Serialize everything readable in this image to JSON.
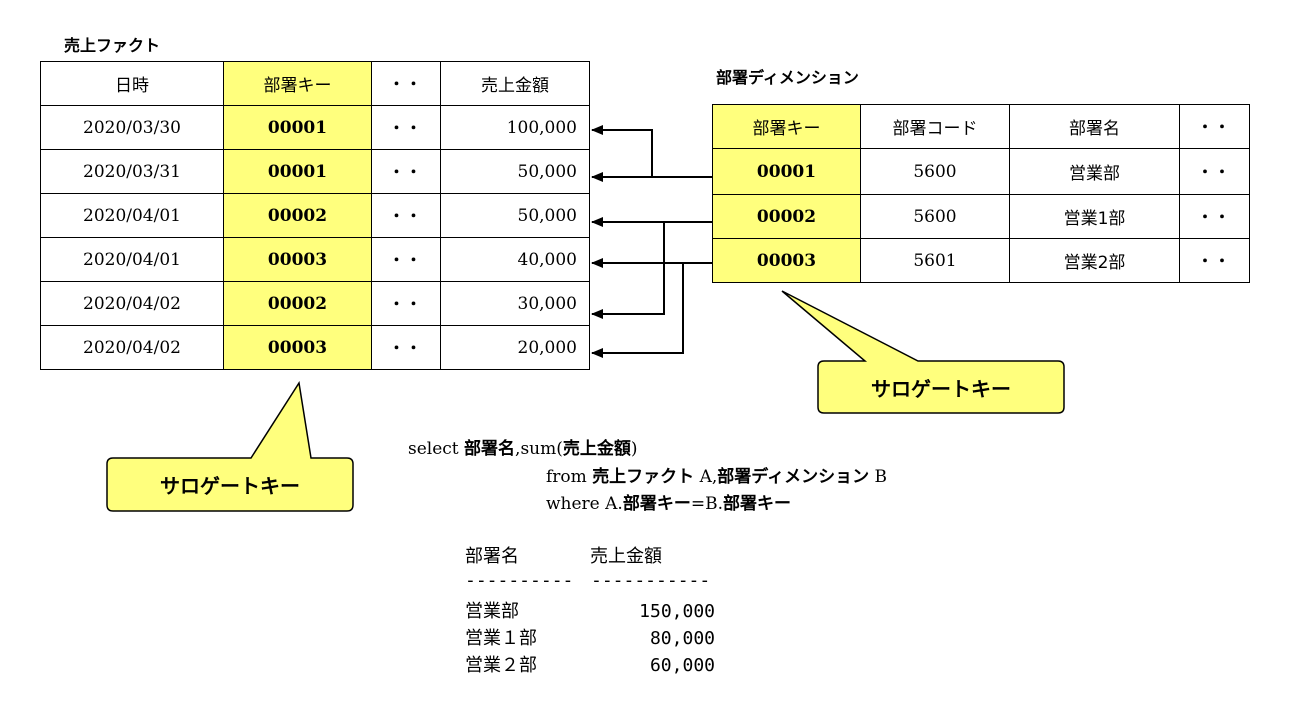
{
  "fact": {
    "title": "売上ファクト",
    "headers": [
      "日時",
      "部署キー",
      "・・",
      "売上金額"
    ],
    "rows": [
      [
        "2020/03/30",
        "00001",
        "・・",
        "100,000"
      ],
      [
        "2020/03/31",
        "00001",
        "・・",
        "50,000"
      ],
      [
        "2020/04/01",
        "00002",
        "・・",
        "50,000"
      ],
      [
        "2020/04/01",
        "00003",
        "・・",
        "40,000"
      ],
      [
        "2020/04/02",
        "00002",
        "・・",
        "30,000"
      ],
      [
        "2020/04/02",
        "00003",
        "・・",
        "20,000"
      ]
    ]
  },
  "dimension": {
    "title": "部署ディメンション",
    "headers": [
      "部署キー",
      "部署コード",
      "部署名",
      "・・"
    ],
    "rows": [
      [
        "00001",
        "5600",
        "営業部",
        "・・"
      ],
      [
        "00002",
        "5600",
        "営業1部",
        "・・"
      ],
      [
        "00003",
        "5601",
        "営業2部",
        "・・"
      ]
    ]
  },
  "callouts": {
    "fact_key": "サロゲートキー",
    "dim_key": "サロゲートキー"
  },
  "sql": {
    "line1_kw": "select ",
    "line1_a": "部署名",
    "line1_b": ",sum(",
    "line1_c": "売上金額",
    "line1_d": ")",
    "line2_kw": "from ",
    "line2_a": "売上ファクト",
    "line2_b": " A,",
    "line2_c": "部署ディメンション",
    "line2_d": " B",
    "line3_kw": "where A.",
    "line3_a": "部署キー",
    "line3_b": "=B.",
    "line3_c": "部署キー"
  },
  "result": {
    "col1": "部署名",
    "col2": "売上金額",
    "sep1": "----------",
    "sep2": "-----------",
    "rows": [
      [
        "営業部",
        "150,000"
      ],
      [
        "営業１部",
        "80,000"
      ],
      [
        "営業２部",
        "60,000"
      ]
    ]
  },
  "colors": {
    "key_fill": "#ffff7d",
    "callout_fill": "#ffff7d",
    "line": "#000000"
  }
}
